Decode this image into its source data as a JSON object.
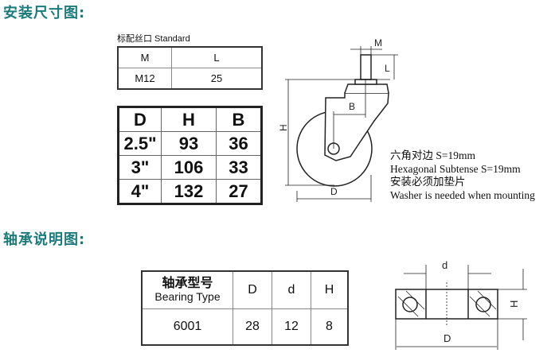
{
  "headings": {
    "install": "安装尺寸图:",
    "bearing": "轴承说明图:"
  },
  "standard": {
    "caption": "标配丝口 Standard",
    "headers": [
      "M",
      "L"
    ],
    "row": [
      "M12",
      "25"
    ]
  },
  "sizes": {
    "headers": [
      "D",
      "H",
      "B"
    ],
    "rows": [
      [
        "2.5\"",
        "93",
        "36"
      ],
      [
        "3\"",
        "106",
        "33"
      ],
      [
        "4\"",
        "132",
        "27"
      ]
    ]
  },
  "caster_labels": {
    "M": "M",
    "L": "L",
    "B": "B",
    "H": "H",
    "D": "D"
  },
  "notes": [
    "六角对边 S=19mm",
    "Hexagonal Subtense S=19mm",
    "安装必须加垫片",
    "Washer is needed when mounting"
  ],
  "bearing": {
    "type_cn": "轴承型号",
    "type_en": "Bearing Type",
    "headers": [
      "D",
      "d",
      "H"
    ],
    "row": [
      "6001",
      "28",
      "12",
      "8"
    ]
  },
  "bearing_labels": {
    "d": "d",
    "D": "D",
    "H": "H"
  },
  "colors": {
    "heading": "#1b7b7c"
  }
}
